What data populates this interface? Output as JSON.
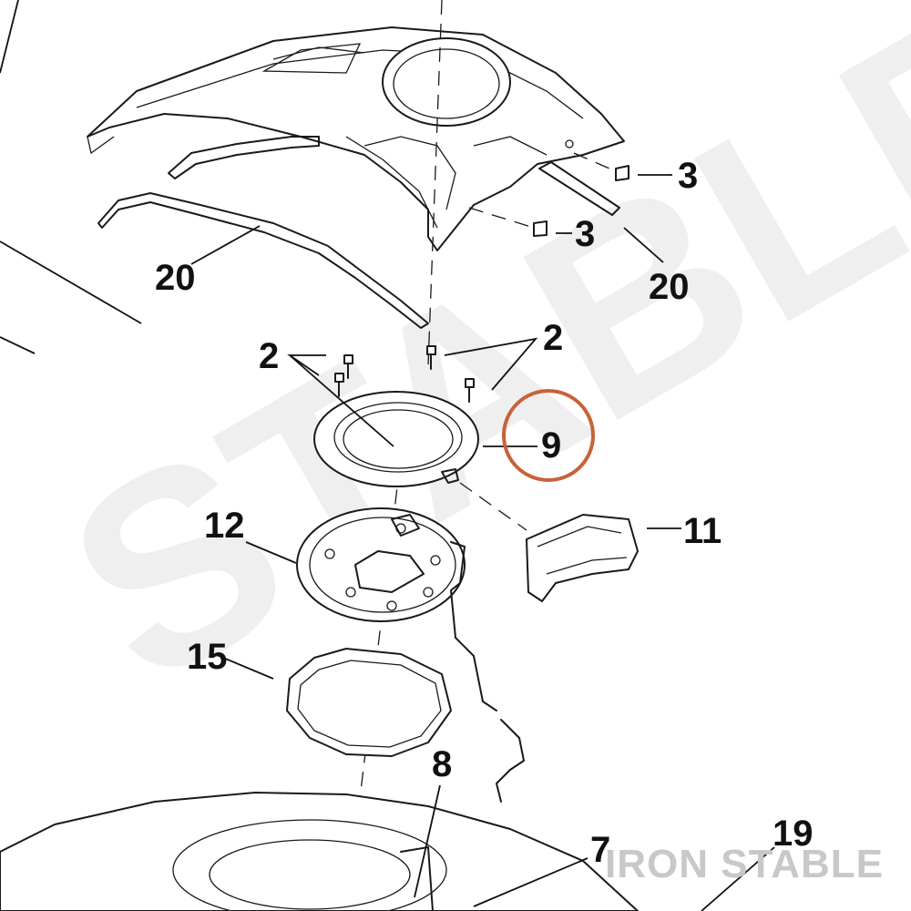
{
  "diagram": {
    "watermark": "STABLE",
    "brand": "IRON STABLE",
    "highlight_color": "#c8623a",
    "brand_color": "#c8c8c8",
    "callouts": [
      {
        "id": "c3a",
        "label": "3"
      },
      {
        "id": "c3b",
        "label": "3"
      },
      {
        "id": "c20a",
        "label": "20"
      },
      {
        "id": "c20b",
        "label": "20"
      },
      {
        "id": "c2a",
        "label": "2"
      },
      {
        "id": "c2b",
        "label": "2"
      },
      {
        "id": "c9",
        "label": "9",
        "highlighted": true
      },
      {
        "id": "c11",
        "label": "11"
      },
      {
        "id": "c12",
        "label": "12"
      },
      {
        "id": "c15",
        "label": "15"
      },
      {
        "id": "c8",
        "label": "8"
      },
      {
        "id": "c7",
        "label": "7"
      },
      {
        "id": "c19",
        "label": "19"
      }
    ]
  }
}
